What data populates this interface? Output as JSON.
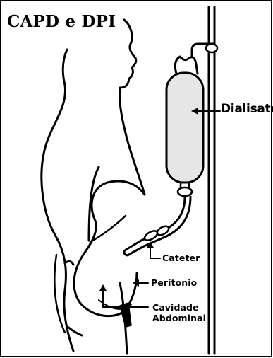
{
  "title": "CAPD e DPI",
  "labels": {
    "dialysate": "Dialisato",
    "catheter": "Cateter",
    "peritoneum": "Peritonio",
    "cavity_line1": "Cavidade",
    "cavity_line2": "Abdominal"
  },
  "colors": {
    "ink": "#000000",
    "background": "#ffffff",
    "bag_fill": "#e6e6e6"
  }
}
